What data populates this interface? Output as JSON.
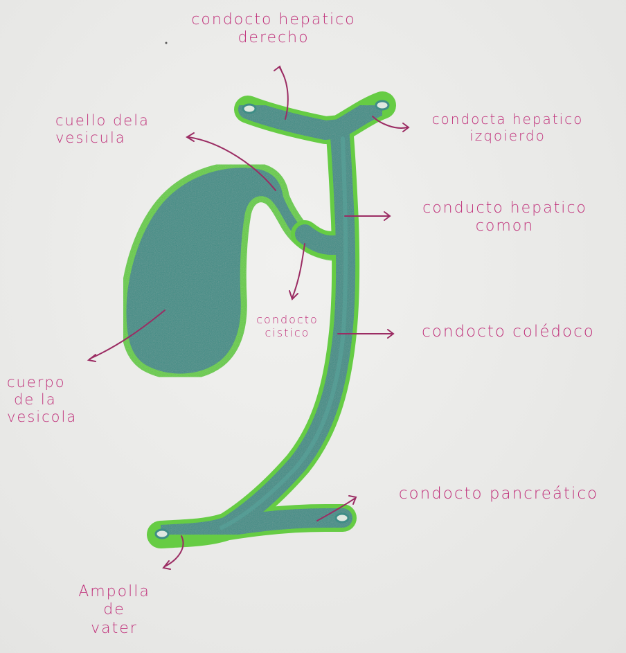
{
  "colors": {
    "background": "#ebebe9",
    "duct_fill": "#3f8d86",
    "duct_outline": "#66cc44",
    "label_ink": "#c0307a",
    "pointer_ink": "#9b2c63"
  },
  "labels": {
    "right_hepatic_duct": {
      "line1": "condocto hepatico",
      "line2": "derecho"
    },
    "left_hepatic_duct": {
      "line1": "condocta hepatico",
      "line2": "izqoierdo"
    },
    "gallbladder_neck": {
      "line1": "cuello dela",
      "line2": "vesicula"
    },
    "common_hepatic_duct": {
      "line1": "conducto hepatico",
      "line2": "comon"
    },
    "cystic_duct": {
      "line1": "condocto",
      "line2": "cistico"
    },
    "common_bile_duct": {
      "line1": "condocto colédoco"
    },
    "gallbladder_body": {
      "line1": "cuerpo",
      "line2": "de la",
      "line3": "vesicola"
    },
    "pancreatic_duct": {
      "line1": "condocto pancreático"
    },
    "ampulla_of_vater": {
      "line1": "Ampolla",
      "line2": "de",
      "line3": "vater"
    }
  }
}
